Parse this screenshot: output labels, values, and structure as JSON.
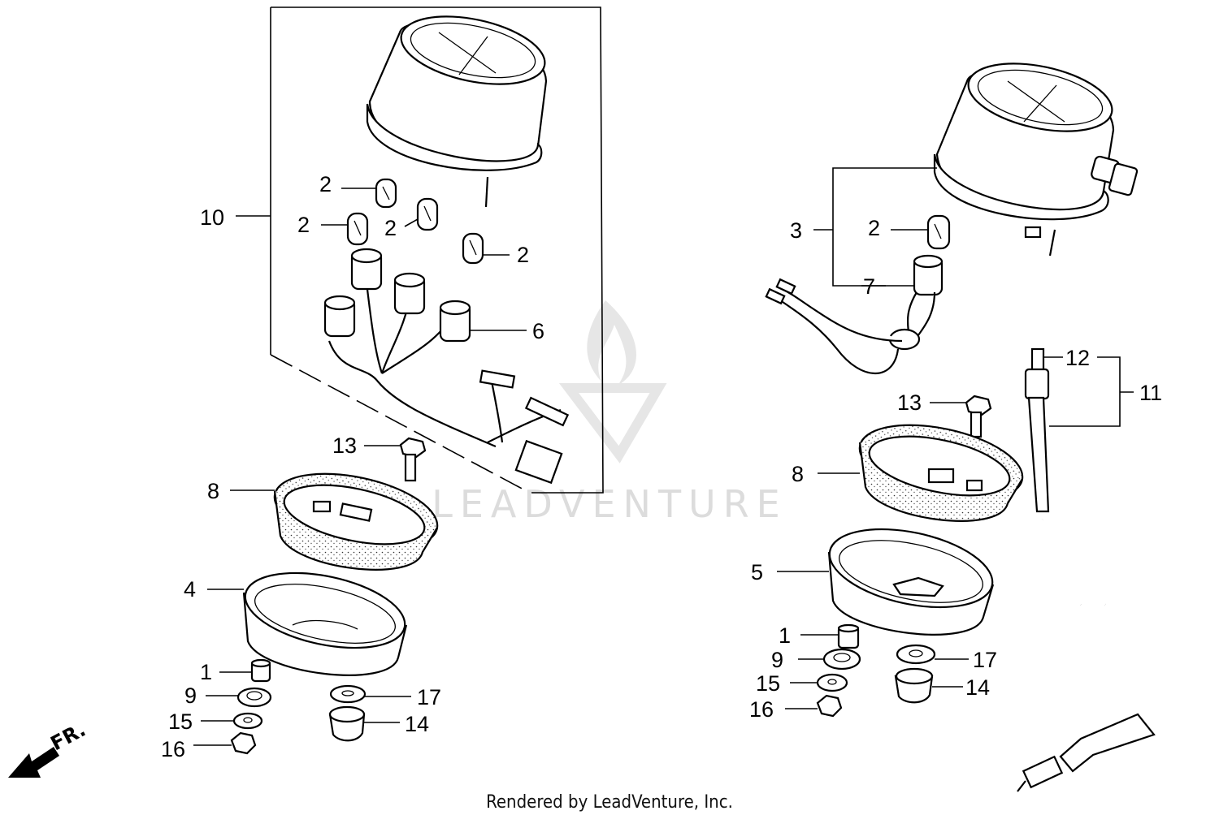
{
  "watermark": "LEADVENTURE",
  "footer": "Rendered by LeadVenture, Inc.",
  "direction_marker": "FR.",
  "callouts": {
    "l_10": "10",
    "l_2a": "2",
    "l_2b": "2",
    "l_2c": "2",
    "l_2d": "2",
    "l_6": "6",
    "l_13": "13",
    "l_8": "8",
    "l_4": "4",
    "l_1": "1",
    "l_9": "9",
    "l_15": "15",
    "l_16": "16",
    "l_17": "17",
    "l_14": "14",
    "r_3": "3",
    "r_2": "2",
    "r_7": "7",
    "r_12": "12",
    "r_11": "11",
    "r_13": "13",
    "r_8": "8",
    "r_5": "5",
    "r_1": "1",
    "r_9": "9",
    "r_15": "15",
    "r_16": "16",
    "r_17": "17",
    "r_14": "14"
  }
}
